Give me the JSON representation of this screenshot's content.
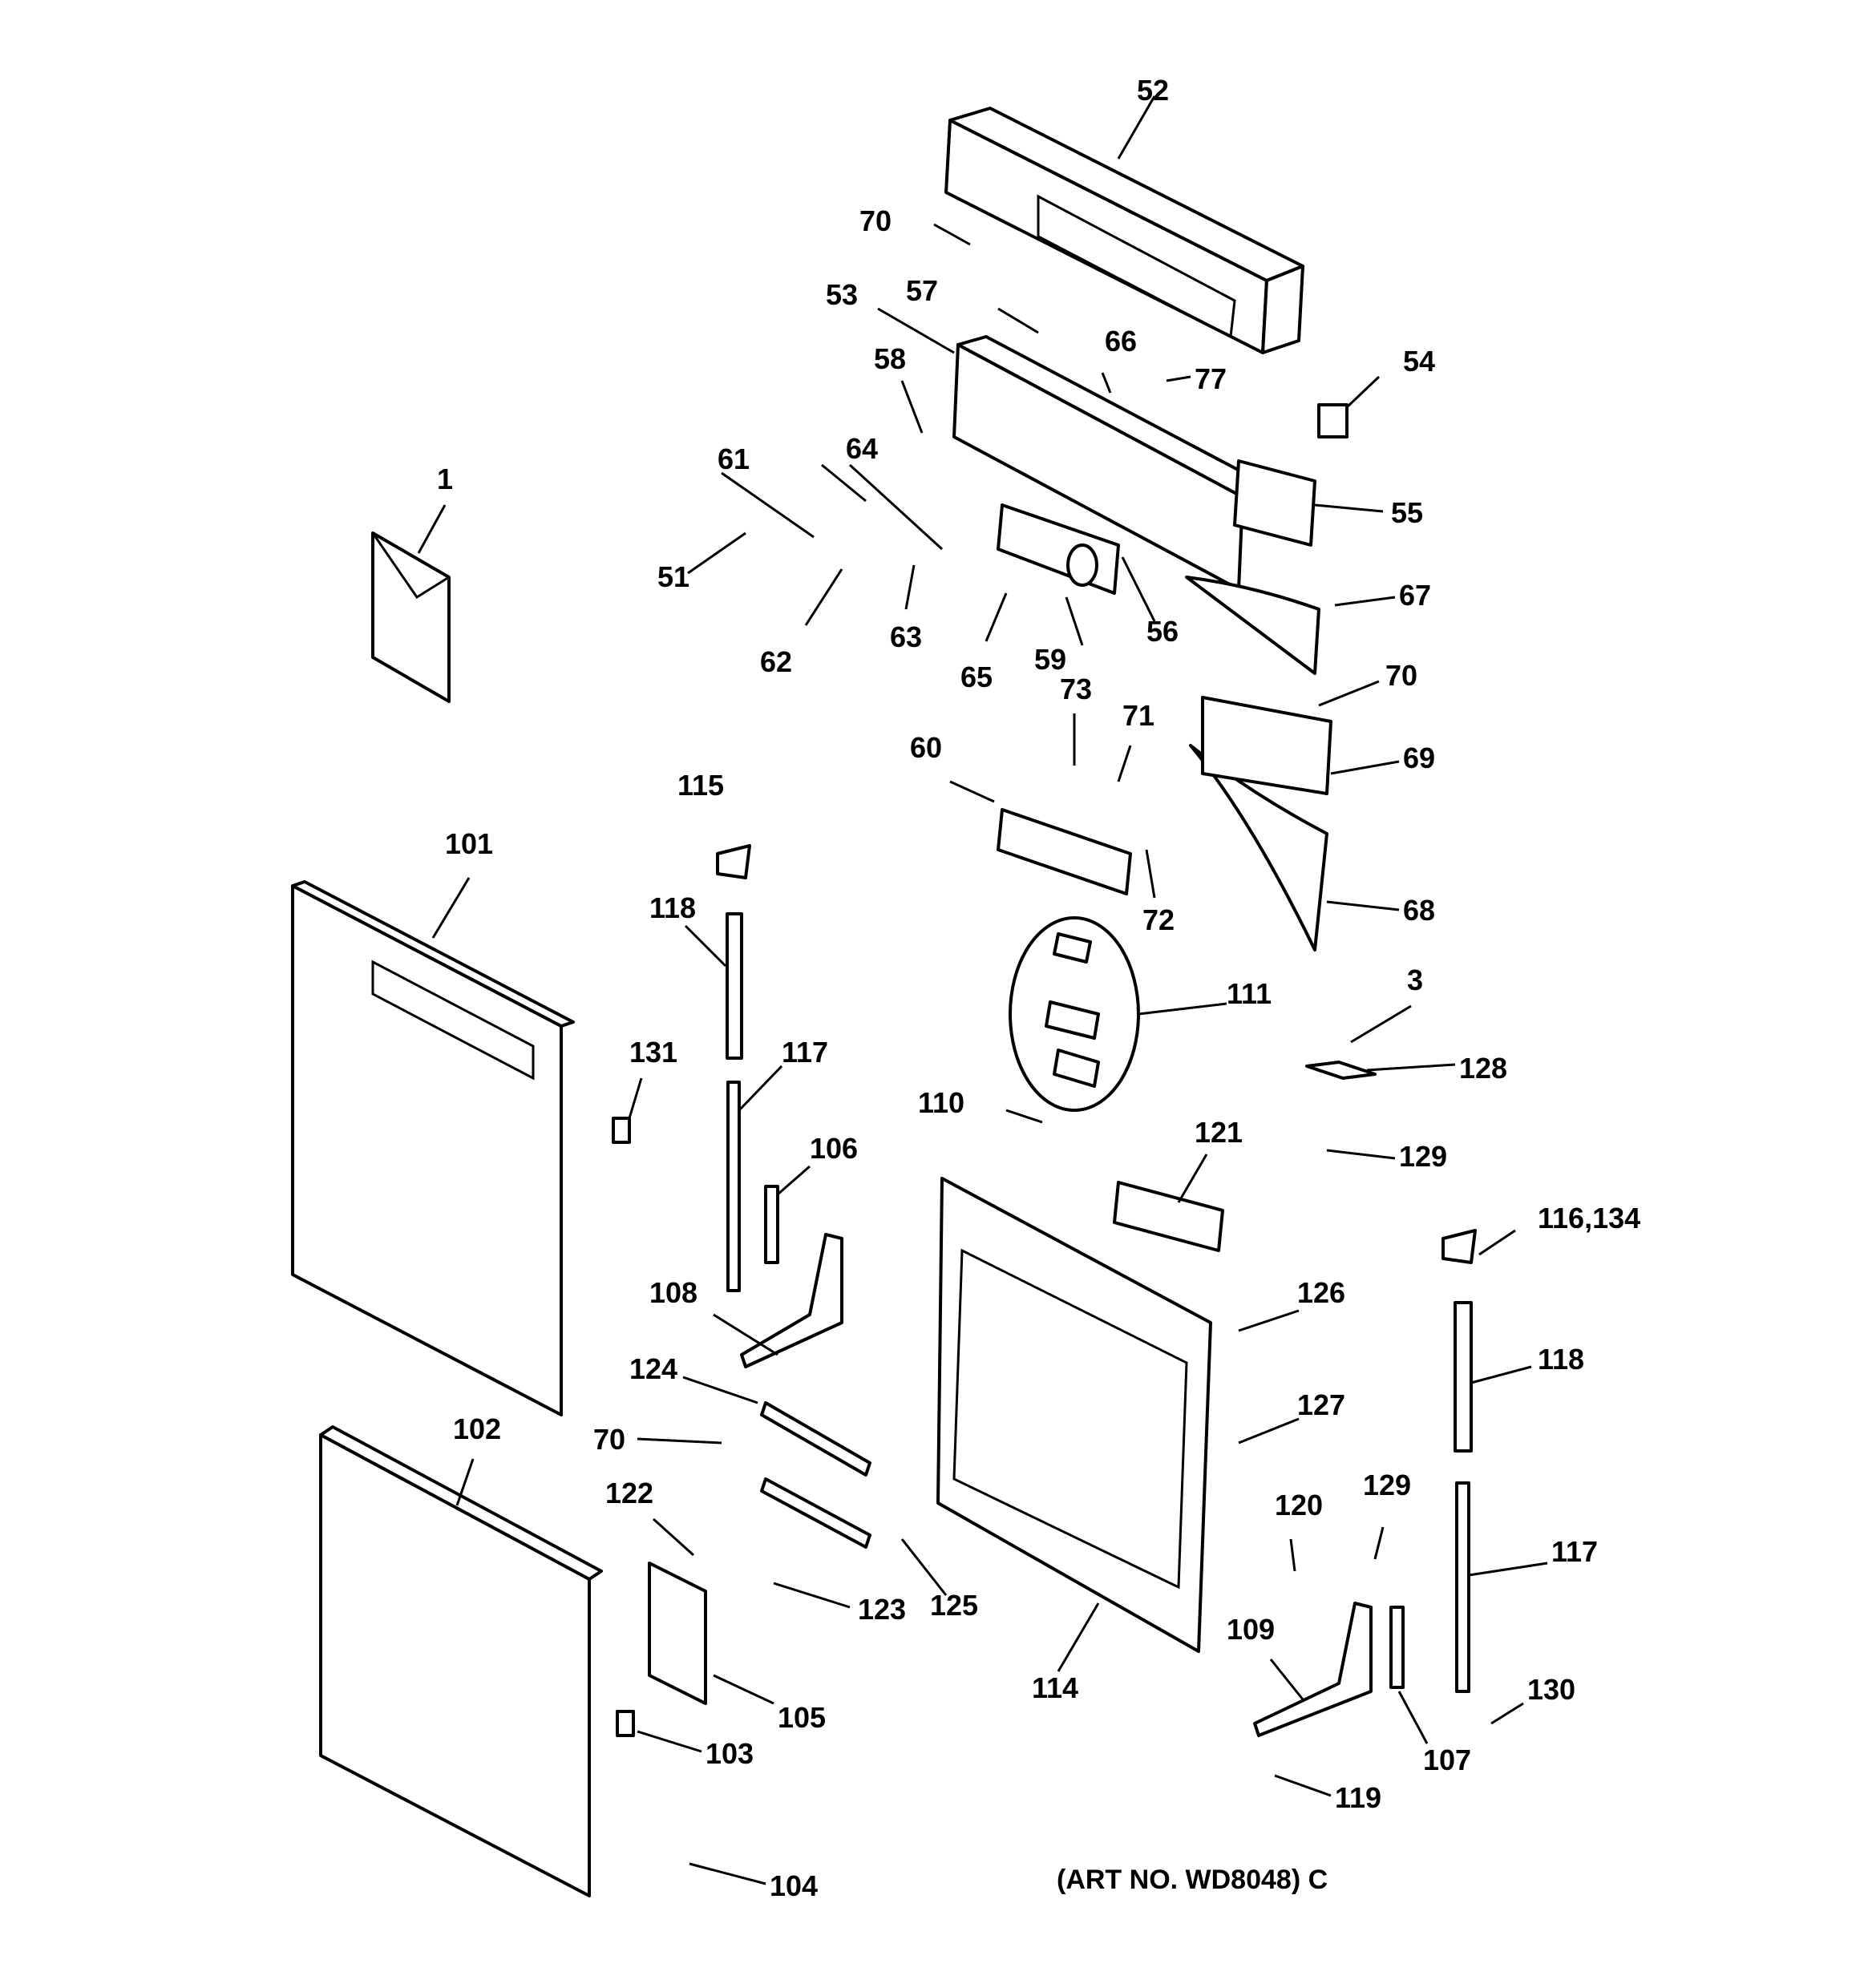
{
  "diagram": {
    "type": "exploded-parts-diagram",
    "art_number": "(ART NO. WD8048) C",
    "labels": [
      {
        "id": "1",
        "text": "1"
      },
      {
        "id": "3",
        "text": "3"
      },
      {
        "id": "51",
        "text": "51"
      },
      {
        "id": "52",
        "text": "52"
      },
      {
        "id": "53",
        "text": "53"
      },
      {
        "id": "54",
        "text": "54"
      },
      {
        "id": "55",
        "text": "55"
      },
      {
        "id": "56",
        "text": "56"
      },
      {
        "id": "57",
        "text": "57"
      },
      {
        "id": "58",
        "text": "58"
      },
      {
        "id": "59",
        "text": "59"
      },
      {
        "id": "60",
        "text": "60"
      },
      {
        "id": "61",
        "text": "61"
      },
      {
        "id": "62",
        "text": "62"
      },
      {
        "id": "63",
        "text": "63"
      },
      {
        "id": "64",
        "text": "64"
      },
      {
        "id": "65",
        "text": "65"
      },
      {
        "id": "66",
        "text": "66"
      },
      {
        "id": "67",
        "text": "67"
      },
      {
        "id": "68",
        "text": "68"
      },
      {
        "id": "69",
        "text": "69"
      },
      {
        "id": "70a",
        "text": "70"
      },
      {
        "id": "70b",
        "text": "70"
      },
      {
        "id": "70c",
        "text": "70"
      },
      {
        "id": "71",
        "text": "71"
      },
      {
        "id": "72",
        "text": "72"
      },
      {
        "id": "73",
        "text": "73"
      },
      {
        "id": "77",
        "text": "77"
      },
      {
        "id": "101",
        "text": "101"
      },
      {
        "id": "102",
        "text": "102"
      },
      {
        "id": "103",
        "text": "103"
      },
      {
        "id": "104",
        "text": "104"
      },
      {
        "id": "105",
        "text": "105"
      },
      {
        "id": "106",
        "text": "106"
      },
      {
        "id": "107",
        "text": "107"
      },
      {
        "id": "108",
        "text": "108"
      },
      {
        "id": "109",
        "text": "109"
      },
      {
        "id": "110",
        "text": "110"
      },
      {
        "id": "111",
        "text": "111"
      },
      {
        "id": "114",
        "text": "114"
      },
      {
        "id": "115",
        "text": "115"
      },
      {
        "id": "116",
        "text": "116,134"
      },
      {
        "id": "117a",
        "text": "117"
      },
      {
        "id": "117b",
        "text": "117"
      },
      {
        "id": "118a",
        "text": "118"
      },
      {
        "id": "118b",
        "text": "118"
      },
      {
        "id": "119",
        "text": "119"
      },
      {
        "id": "120",
        "text": "120"
      },
      {
        "id": "121",
        "text": "121"
      },
      {
        "id": "122",
        "text": "122"
      },
      {
        "id": "123",
        "text": "123"
      },
      {
        "id": "124",
        "text": "124"
      },
      {
        "id": "125",
        "text": "125"
      },
      {
        "id": "126",
        "text": "126"
      },
      {
        "id": "127",
        "text": "127"
      },
      {
        "id": "128",
        "text": "128"
      },
      {
        "id": "129a",
        "text": "129"
      },
      {
        "id": "129b",
        "text": "129"
      },
      {
        "id": "130",
        "text": "130"
      },
      {
        "id": "131",
        "text": "131"
      }
    ]
  }
}
